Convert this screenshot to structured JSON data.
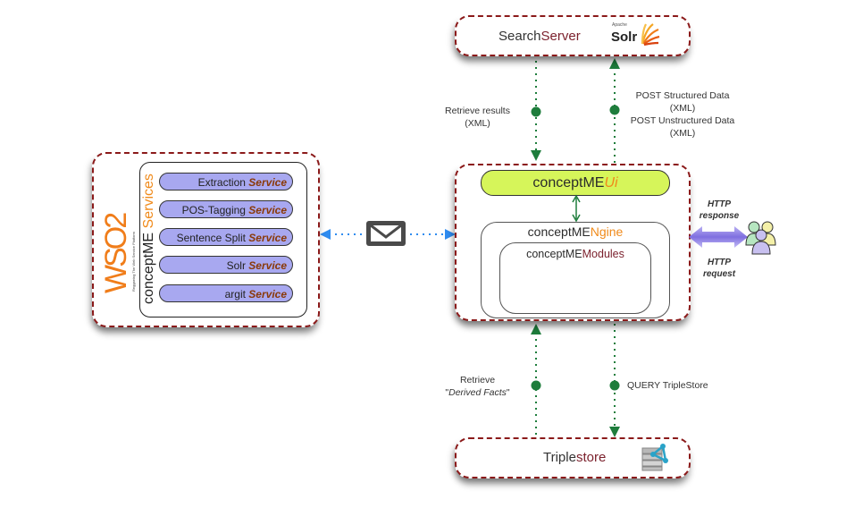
{
  "search_server": {
    "title_part1": "Search",
    "title_part2": "Server",
    "logo_small": "Apache",
    "logo_main": "Solr"
  },
  "connections_top": {
    "retrieve_results_line1": "Retrieve results",
    "retrieve_results_line2": "(XML)",
    "post_line1": "POST Structured Data",
    "post_line2": "(XML)",
    "post_line3": "POST Unstructured Data",
    "post_line4": "(XML)"
  },
  "wso2": {
    "logo_text": "WSO2",
    "logo_tagline": "Reggaeing The Web Service Platform",
    "services_title_part1": "conceptME",
    "services_title_part2": "Services",
    "services": [
      {
        "name": "Extraction",
        "suffix": "Service"
      },
      {
        "name": "POS-Tagging",
        "suffix": "Service"
      },
      {
        "name": "Sentence Split",
        "suffix": "Service"
      },
      {
        "name": "Solr",
        "suffix": "Service"
      },
      {
        "name": "argit",
        "suffix": "Service"
      }
    ]
  },
  "message_icon": "envelope-icon",
  "core": {
    "ui_part1": "conceptME",
    "ui_part2": "Ui",
    "ngine_part1": "conceptME",
    "ngine_part2": "Ngine",
    "modules_part1": "conceptME",
    "modules_part2": "Modules"
  },
  "http": {
    "response_line1": "HTTP",
    "response_line2": "response",
    "request_line1": "HTTP",
    "request_line2": "request",
    "users_icon": "users-icon"
  },
  "connections_bottom": {
    "retrieve_line1": "Retrieve",
    "retrieve_line2": "Derived Facts",
    "query": "QUERY TripleStore"
  },
  "triplestore": {
    "title_part1": "Triple",
    "title_part2": "store",
    "icon": "database-graph-icon"
  },
  "colors": {
    "dashed_border": "#8b1a1a",
    "connector_green": "#1e7d3c",
    "message_blue": "#2f8cf0",
    "service_fill": "#a8a8f0",
    "ui_fill": "#d6f55a",
    "accent_orange": "#f08a1a",
    "accent_red": "#7a1f2b"
  }
}
